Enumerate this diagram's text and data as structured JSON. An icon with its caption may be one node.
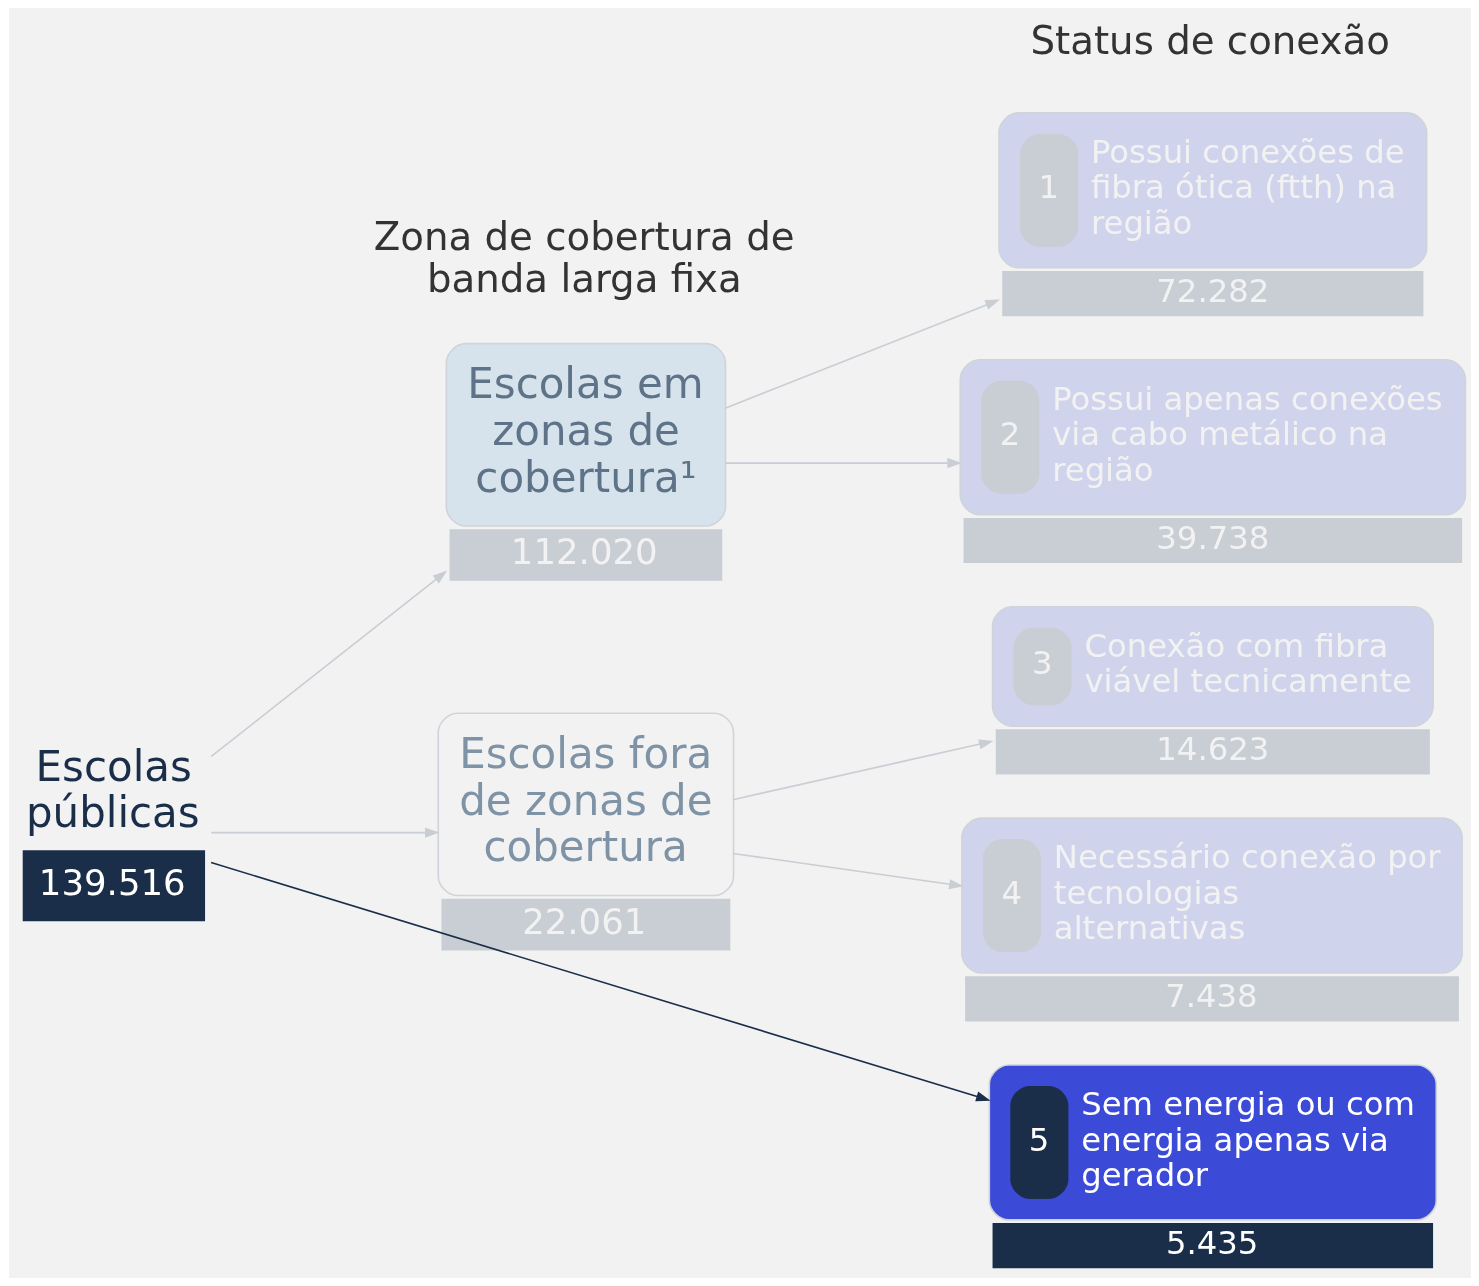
{
  "diagram": {
    "nodes": [
      {
        "text": [
          "Escolas públicas",
          "139.516"
        ]
      },
      {
        "text": [
          "Escolas em zonas de cobertura¹",
          "112.020"
        ]
      },
      {
        "text": [
          "Escolas fora de zonas de cobertura",
          "22.061"
        ]
      },
      {
        "text": [
          "1",
          "Possui conexões de fibra ótica (ftth) na região",
          "72.282"
        ]
      },
      {
        "text": [
          "2",
          "Possui apenas conexões via cabo metálico na região",
          "39.738"
        ]
      },
      {
        "text": [
          "3",
          "Conexão com fibra viável tecnicamente",
          "14.623"
        ]
      },
      {
        "text": [
          "4",
          "Necessário conexão por tecnologias alternativas",
          "7.438"
        ]
      },
      {
        "text": [
          "5",
          "Sem energia ou com energia apenas via gerador",
          "5.435"
        ]
      }
    ],
    "edges": [
      {
        "from": 0,
        "to": 1,
        "arrow": "to"
      },
      {
        "from": 0,
        "to": 2,
        "arrow": "to"
      },
      {
        "from": 0,
        "to": 7,
        "arrow": "to",
        "color": "#1a2e4a"
      },
      {
        "from": 1,
        "to": 3,
        "arrow": "to"
      },
      {
        "from": 1,
        "to": 4,
        "arrow": "to"
      },
      {
        "from": 2,
        "to": 5,
        "arrow": "to"
      },
      {
        "from": 2,
        "to": 6,
        "arrow": "to"
      }
    ],
    "labels": [
      "Zona de cobertura de banda larga fixa",
      "Status de conexão"
    ]
  }
}
